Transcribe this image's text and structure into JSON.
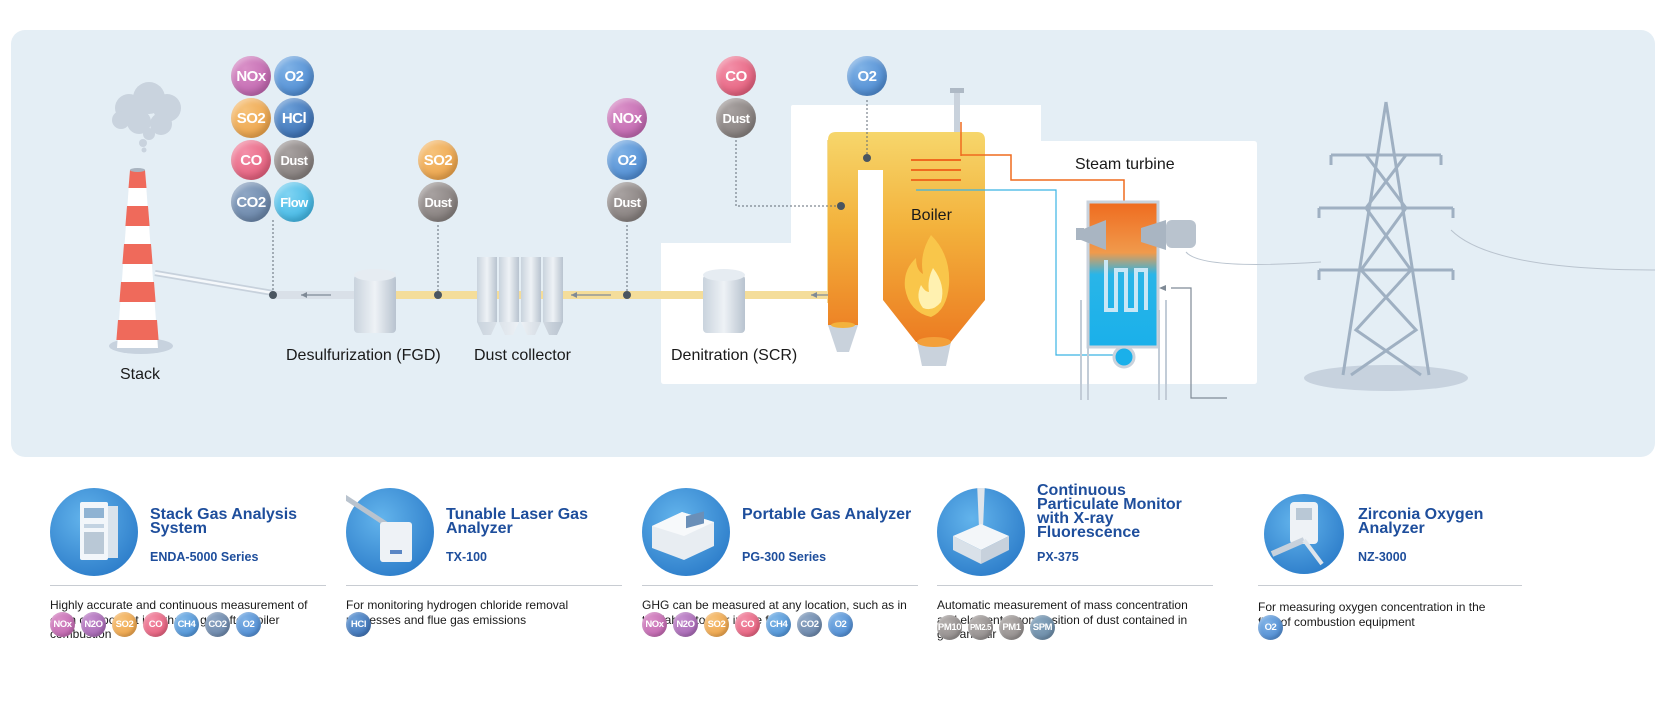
{
  "diagram": {
    "labels": {
      "stack": "Stack",
      "fgd": "Desulfurization (FGD)",
      "dust_collector": "Dust collector",
      "scr": "Denitration (SCR)",
      "boiler": "Boiler",
      "steam_turbine": "Steam turbine"
    },
    "badges": {
      "stack": [
        "NOx",
        "O2",
        "SO2",
        "HCl",
        "CO",
        "Dust",
        "CO2",
        "Flow"
      ],
      "fgd_out": [
        "SO2",
        "Dust"
      ],
      "dust_out": [
        "NOx",
        "O2",
        "Dust"
      ],
      "boiler_out": [
        "CO",
        "Dust"
      ],
      "boiler_o2": [
        "O2"
      ]
    }
  },
  "products": [
    {
      "title": "Stack Gas Analysis System",
      "model": "ENDA-5000 Series",
      "desc": "Highly accurate and continuous measurement of each component in exhaust gas after boiler combustion",
      "chips": [
        "NOx",
        "N2O",
        "SO2",
        "CO",
        "CH4",
        "CO2",
        "O2"
      ],
      "icon": "cabinet-analyzer-icon"
    },
    {
      "title": "Tunable Laser Gas Analyzer",
      "model": "TX-100",
      "desc": "For monitoring hydrogen chloride removal processes and flue gas emissions",
      "chips": [
        "HCl"
      ],
      "icon": "laser-probe-icon"
    },
    {
      "title": "Portable Gas Analyzer",
      "model": "PG-300 Series",
      "desc": "GHG can be measured at any location, such as in the laboratory or in the field",
      "chips": [
        "NOx",
        "N2O",
        "SO2",
        "CO",
        "CH4",
        "CO2",
        "O2"
      ],
      "icon": "portable-analyzer-icon"
    },
    {
      "title": "Continuous Particulate Monitor with X-ray Fluorescence",
      "model": "PX-375",
      "desc": "Automatic measurement of mass concentration and elemental composition of dust contained in gas and air",
      "chips": [
        "PM10",
        "PM2.5",
        "PM1",
        "SPM"
      ],
      "icon": "particulate-monitor-icon"
    },
    {
      "title": "Zirconia Oxygen Analyzer",
      "model": "NZ-3000",
      "desc": "For measuring oxygen concentration in the flue of combustion equipment",
      "chips": [
        "O2"
      ],
      "icon": "zirconia-probe-icon"
    }
  ]
}
